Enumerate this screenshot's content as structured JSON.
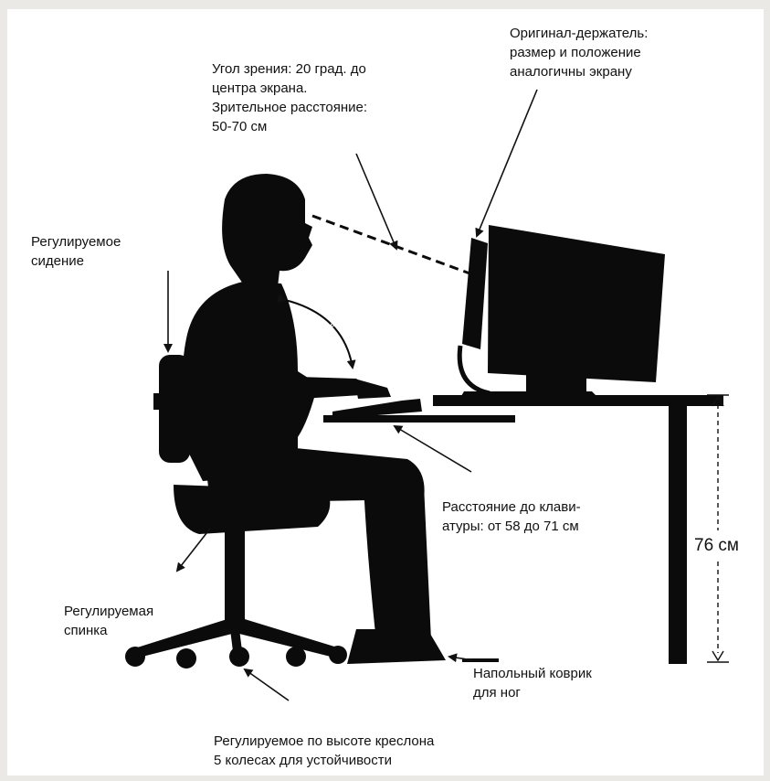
{
  "labels": {
    "viewing_angle": "Угол зрения: 20 град. до\nцентра экрана.\nЗрительное расстояние:\n50-70 см",
    "document_holder": "Оригинал-держатель:\nразмер и положение\nаналогичны экрану",
    "adjustable_seat": "Регулируемое\nсидение",
    "elbow_angle": "90°",
    "keyboard_distance": "Расстояние до клави-\nатуры: от 58 до 71 см",
    "desk_height": "76 см",
    "adjustable_back": "Регулируемая\nспинка",
    "footrest": "Напольный коврик\nдля ног",
    "chair_base": "Регулируемое по высоте креслона\n5 колесах для устойчивости"
  },
  "colors": {
    "background": "#ebe9e6",
    "paper": "#ffffff",
    "silhouette": "#0b0b0b"
  }
}
